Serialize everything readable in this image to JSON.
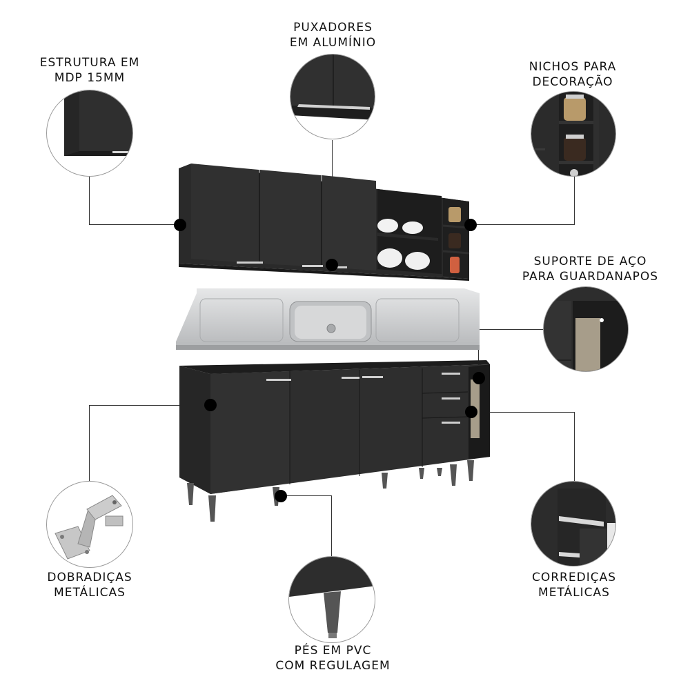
{
  "features": [
    {
      "id": "estrutura",
      "lines": [
        "ESTRUTURA EM",
        "MDP 15MM"
      ]
    },
    {
      "id": "puxadores",
      "lines": [
        "PUXADORES",
        "EM ALUMÍNIO"
      ]
    },
    {
      "id": "nichos",
      "lines": [
        "NICHOS PARA",
        "DECORAÇÃO"
      ]
    },
    {
      "id": "suporte",
      "lines": [
        "SUPORTE DE AÇO",
        "PARA GUARDANAPOS"
      ]
    },
    {
      "id": "dobradicas",
      "lines": [
        "DOBRADIÇAS",
        "METÁLICAS"
      ]
    },
    {
      "id": "pes",
      "lines": [
        "PÉS EM PVC",
        "COM REGULAGEM"
      ]
    },
    {
      "id": "corredicas",
      "lines": [
        "CORREDIÇAS",
        "METÁLICAS"
      ]
    }
  ],
  "colors": {
    "cabinet": "#2f2f2f",
    "cabinet_dark": "#222222",
    "steel": "#c9cbcd",
    "callout_dot": "#000000",
    "text": "#111111"
  }
}
